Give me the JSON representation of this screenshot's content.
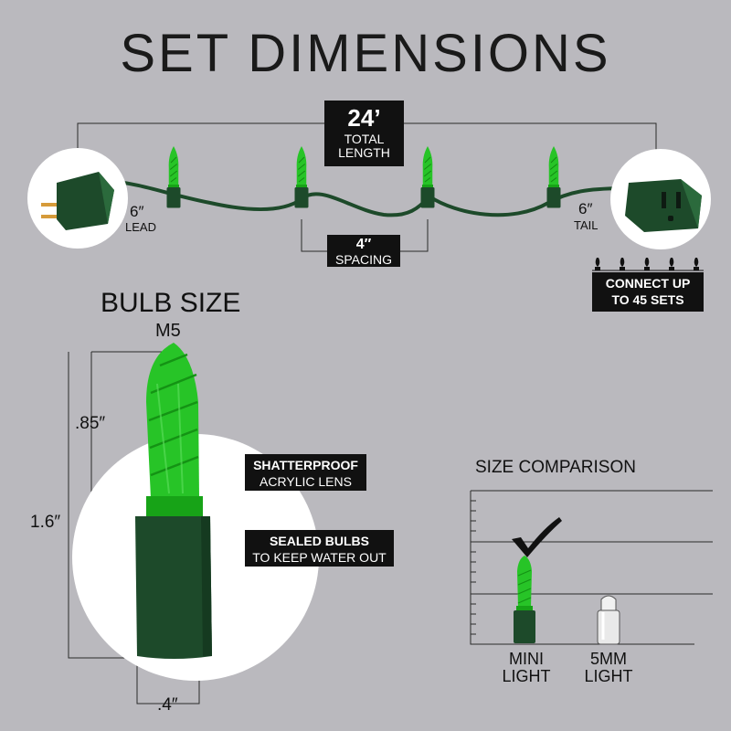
{
  "title": "SET DIMENSIONS",
  "total": {
    "value": "24’",
    "line1": "TOTAL",
    "line2": "LENGTH"
  },
  "lead": {
    "value": "6″",
    "label": "LEAD"
  },
  "tail": {
    "value": "6″",
    "label": "TAIL"
  },
  "spacing": {
    "value": "4″",
    "label": "SPACING"
  },
  "connect": {
    "line1": "CONNECT UP",
    "line2": "TO 45 SETS"
  },
  "bulb": {
    "heading": "BULB SIZE",
    "model": "M5"
  },
  "dimensions": {
    "lens_height": ".85″",
    "total_height": "1.6″",
    "width": ".4″"
  },
  "callouts": {
    "lens": {
      "line1": "SHATTERPROOF",
      "line2": "ACRYLIC LENS"
    },
    "sealed": {
      "line1": "SEALED BULBS",
      "line2": "TO KEEP WATER OUT"
    }
  },
  "comparison": {
    "title": "SIZE COMPARISON",
    "mini": {
      "line1": "MINI",
      "line2": "LIGHT"
    },
    "five_mm": {
      "line1": "5MM",
      "line2": "LIGHT"
    }
  },
  "icons": [
    "plug-icon",
    "socket-icon",
    "checkmark-icon",
    "mini-bulb-icon",
    "5mm-bulb-icon"
  ],
  "colors": {
    "background": "#bab9be",
    "bulb_green": "#27c427",
    "wire_green": "#1d4a2a",
    "label_bg": "#111111"
  }
}
